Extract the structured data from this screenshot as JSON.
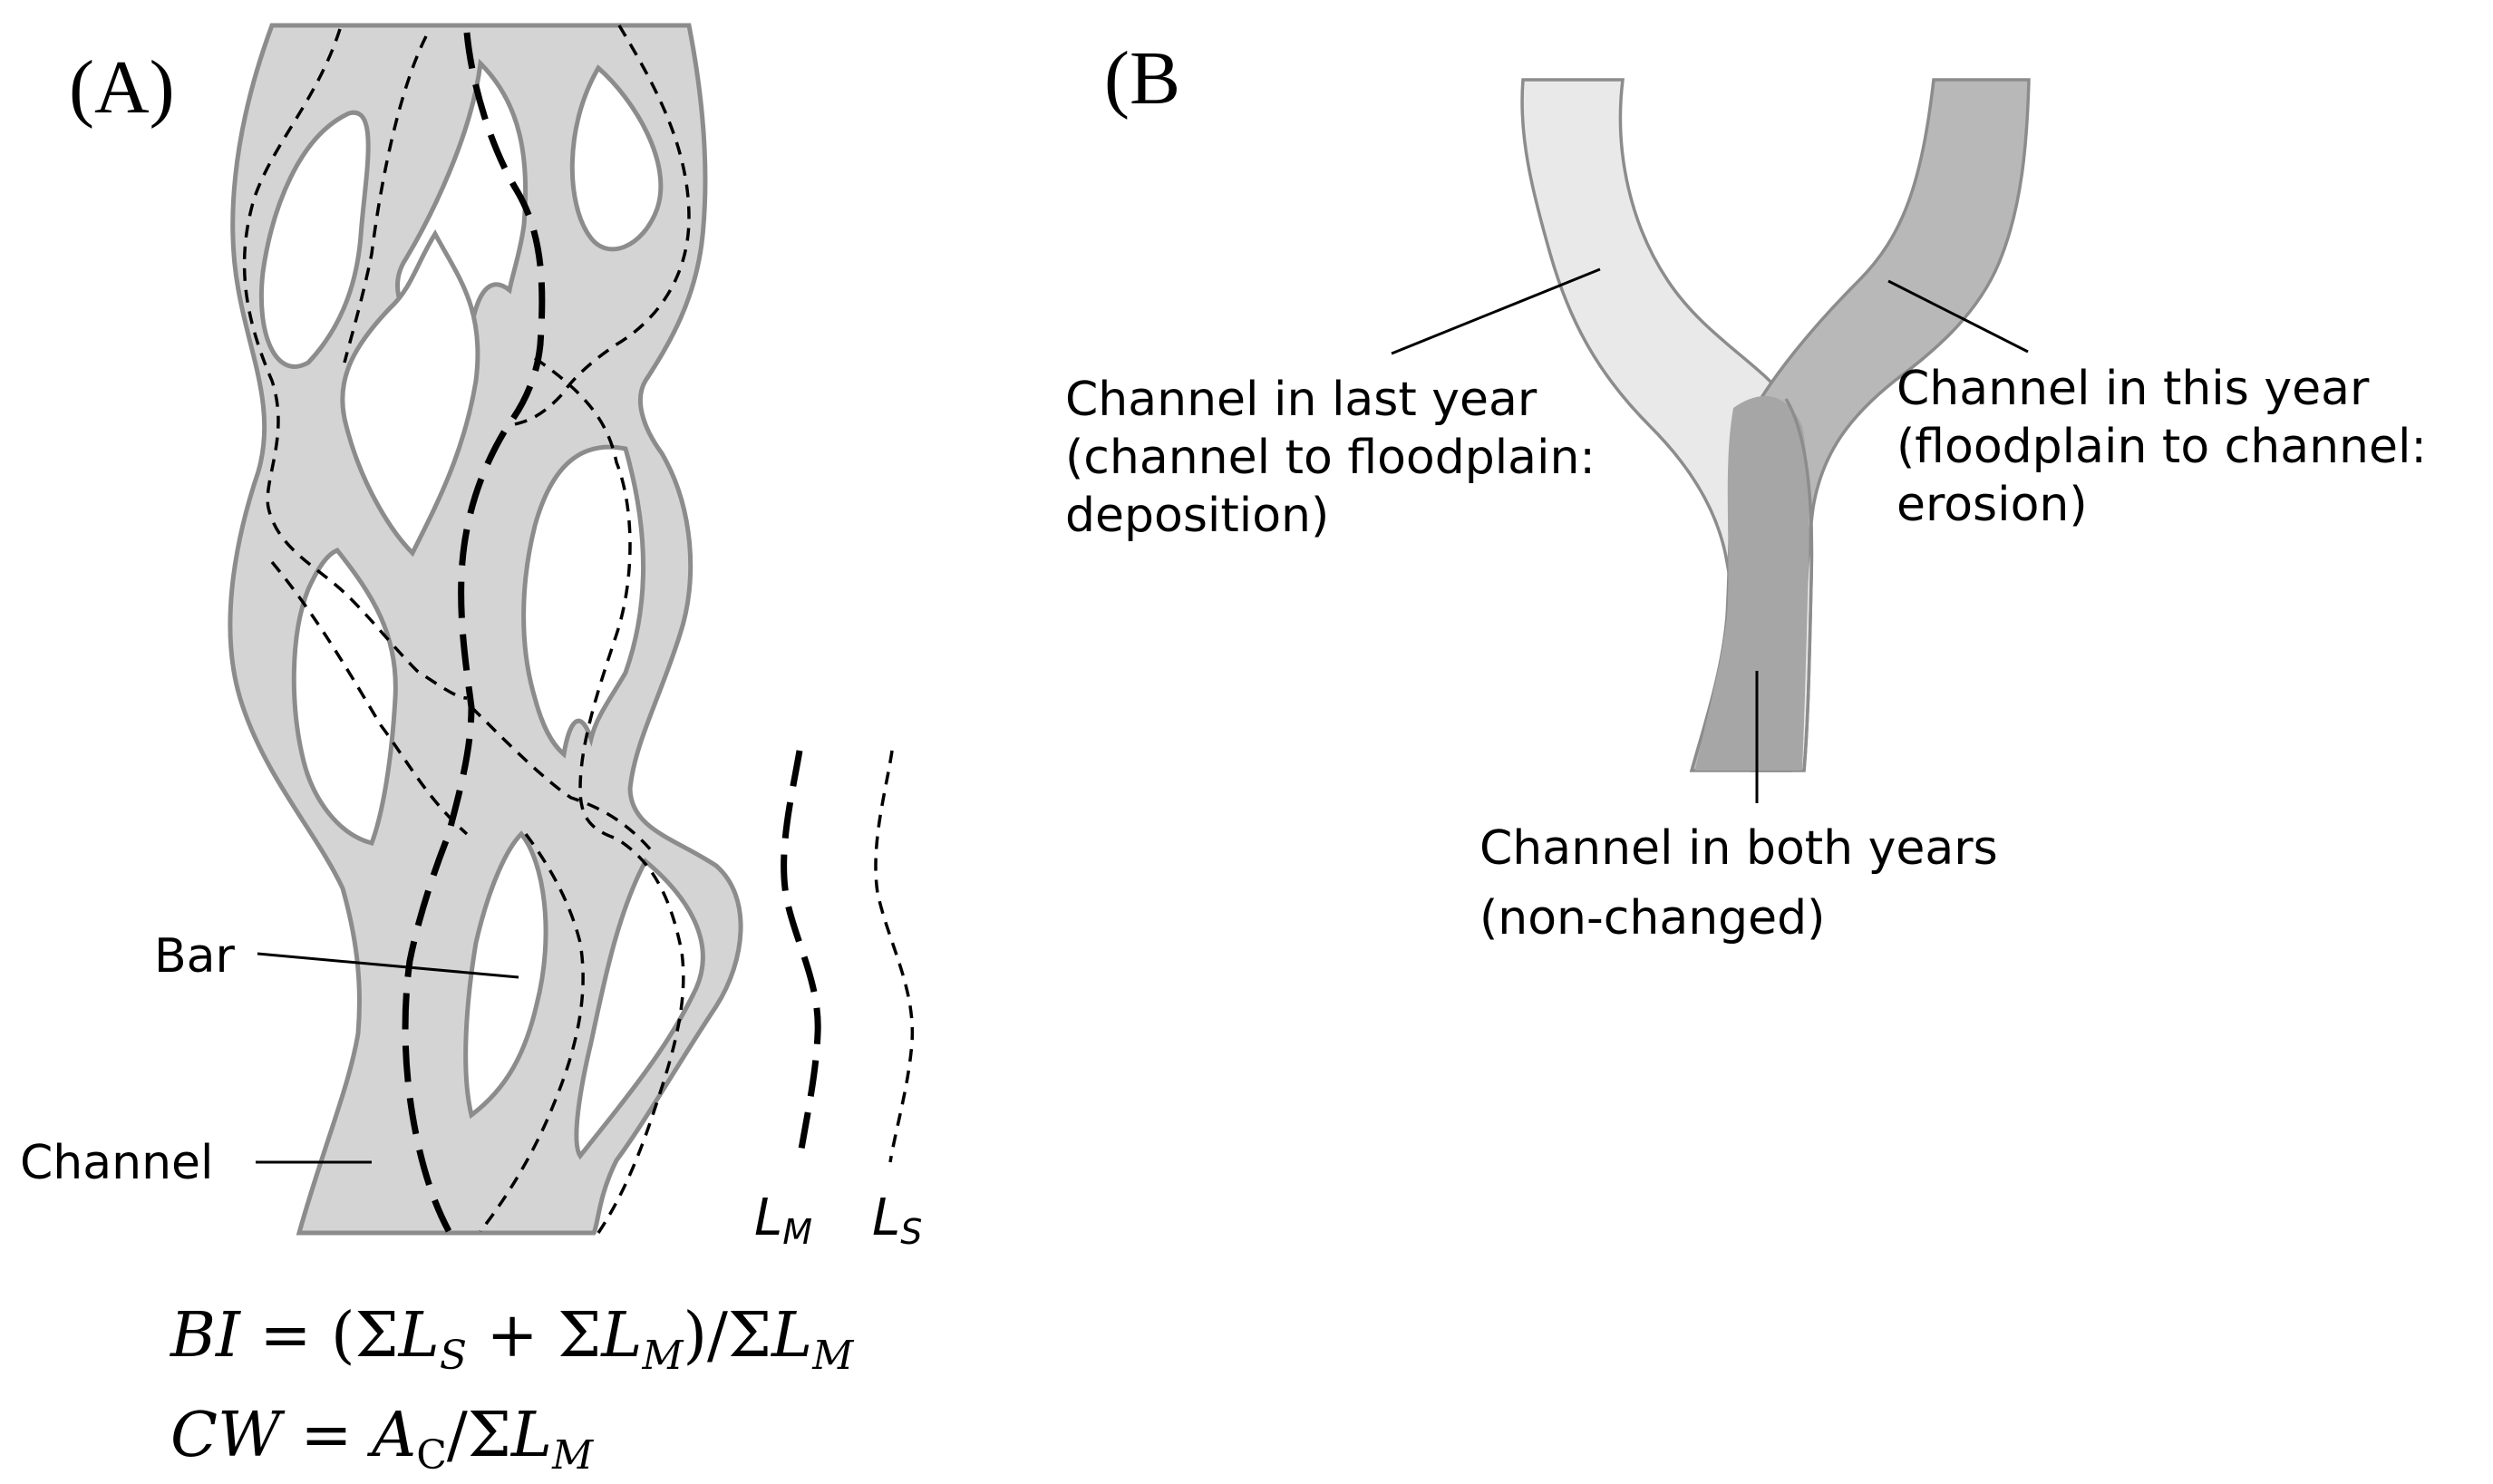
{
  "panel_a": {
    "label": "(A)",
    "callouts": {
      "bar": "Bar",
      "channel": "Channel"
    },
    "legend": {
      "main": {
        "symbol": "L",
        "subscript": "M"
      },
      "secondary": {
        "symbol": "L",
        "subscript": "S"
      }
    },
    "formulas": {
      "bi": {
        "lhs": "BI",
        "eq": " = (Σ",
        "l1": "L",
        "s1": "S",
        "plus": " + Σ",
        "l2": "L",
        "s2": "M",
        "mid": ")/Σ",
        "l3": "L",
        "s3": "M"
      },
      "cw": {
        "lhs": "CW",
        "eq": " = ",
        "a": "A",
        "as": "C",
        "mid": "/Σ",
        "l": "L",
        "ls": "M"
      }
    }
  },
  "panel_b": {
    "label": "(B",
    "callouts": {
      "last_year": [
        "Channel in last year",
        "(channel to floodplain:",
        "deposition)"
      ],
      "this_year": [
        "Channel in this year",
        "(floodplain to channel:",
        "erosion)"
      ],
      "both_years": [
        "Channel in both years",
        "(non-changed)"
      ]
    }
  },
  "colors": {
    "channel_fill": "#d4d4d4",
    "channel_outline": "#8c8c8c",
    "last_year_fill": "#e9e9e9",
    "this_year_fill": "#b8b8b8",
    "overlap_fill": "#a6a6a6"
  }
}
